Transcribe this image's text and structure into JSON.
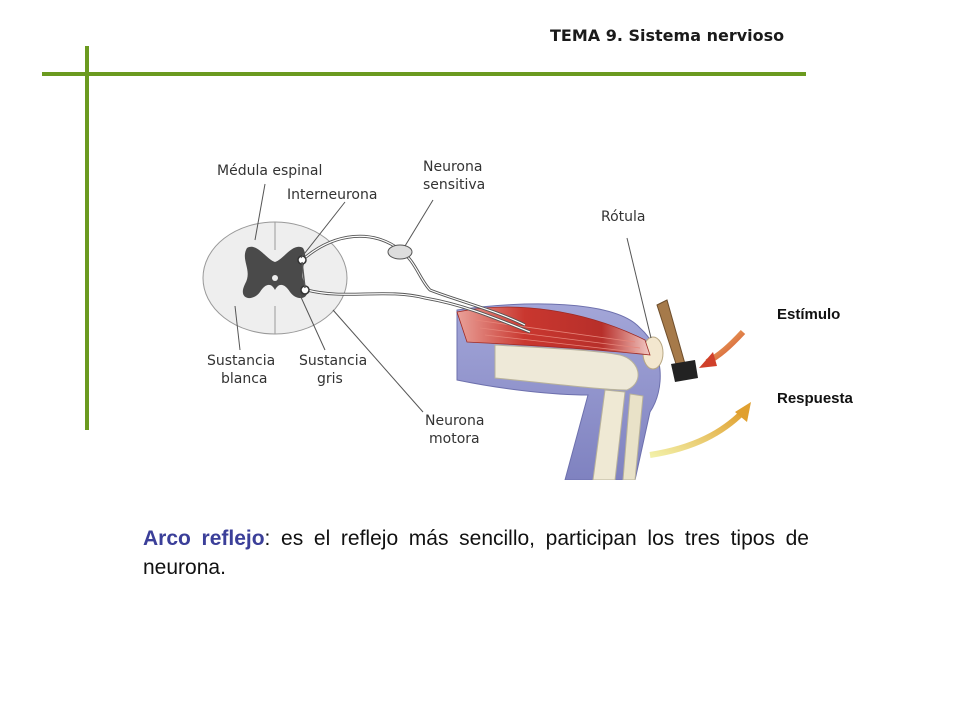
{
  "header": {
    "title": "TEMA 9. Sistema nervioso"
  },
  "colors": {
    "accent": "#6b9a1f",
    "term": "#3b3f99",
    "muscle": "#c9372f",
    "leg": "#8c8fc9"
  },
  "diagram": {
    "labels": {
      "medula": "Médula espinal",
      "interneurona": "Interneurona",
      "neurona_sensitiva_1": "Neurona",
      "neurona_sensitiva_2": "sensitiva",
      "rotula": "Rótula",
      "sustancia_blanca_1": "Sustancia",
      "sustancia_blanca_2": "blanca",
      "sustancia_gris_1": "Sustancia",
      "sustancia_gris_2": "gris",
      "neurona_motora_1": "Neurona",
      "neurona_motora_2": "motora"
    },
    "estimulo": "Estímulo",
    "respuesta": "Respuesta"
  },
  "caption": {
    "term": "Arco reflejo",
    "text": ": es el reflejo más sencillo, participan los tres tipos de neurona."
  }
}
